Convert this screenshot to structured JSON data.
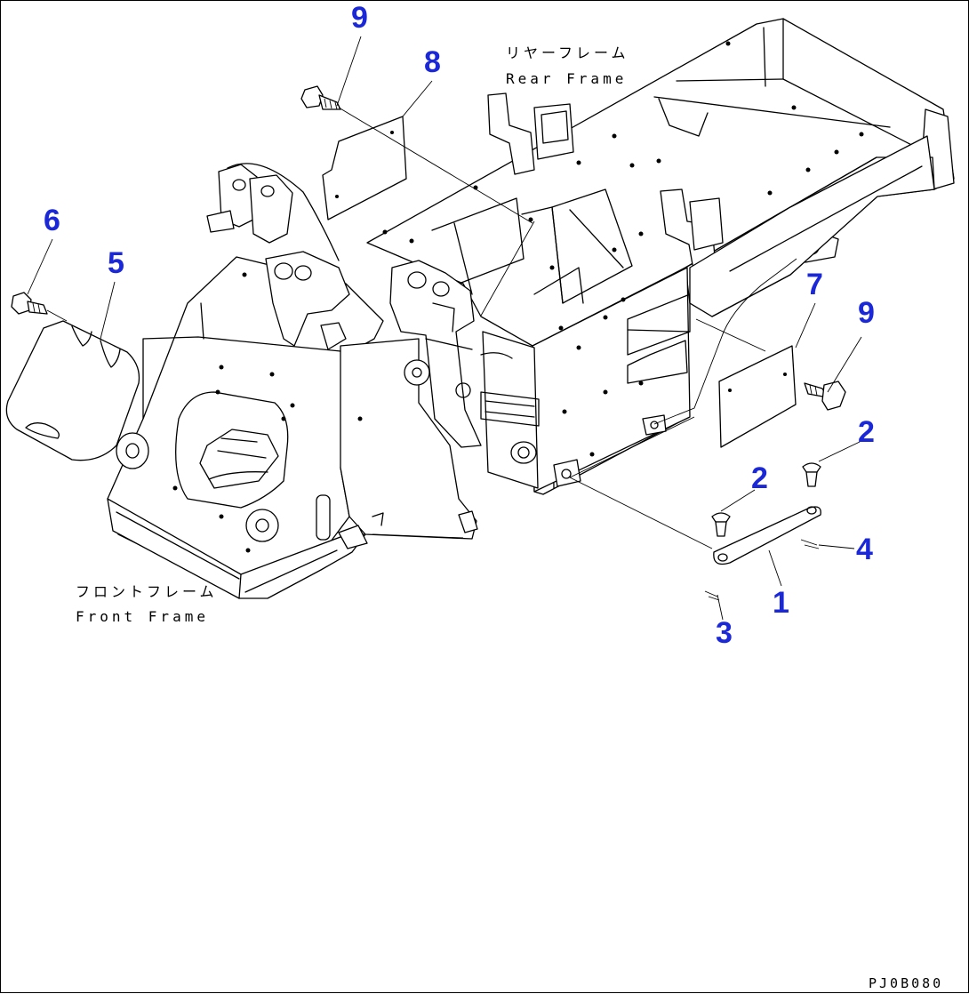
{
  "diagram": {
    "labels": {
      "rear_frame_jp": "リヤーフレーム",
      "rear_frame_en": "Rear Frame",
      "front_frame_jp": "フロントフレーム",
      "front_frame_en": "Front Frame"
    },
    "callouts": [
      "9",
      "8",
      "6",
      "5",
      "7",
      "9",
      "2",
      "2",
      "4",
      "1",
      "3"
    ],
    "drawing_code": "PJ0B080",
    "callout_color": "#1a28d8"
  }
}
